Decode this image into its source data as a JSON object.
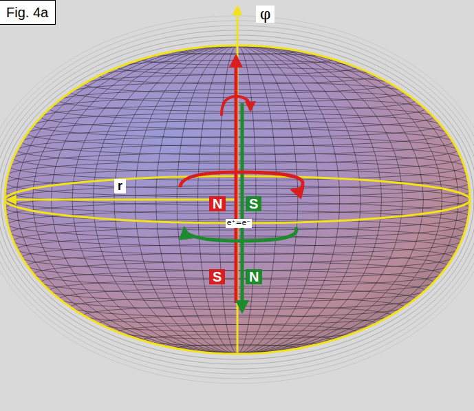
{
  "diagram": {
    "nodes": [
      {
        "text": [
          "Fig. 4a"
        ]
      },
      {
        "text": [
          "N"
        ]
      },
      {
        "text": [
          "S"
        ]
      },
      {
        "text": [
          "S"
        ]
      },
      {
        "text": [
          "N"
        ]
      }
    ],
    "labels": [
      "φ",
      "r",
      "e⁺≃e⁻"
    ]
  }
}
